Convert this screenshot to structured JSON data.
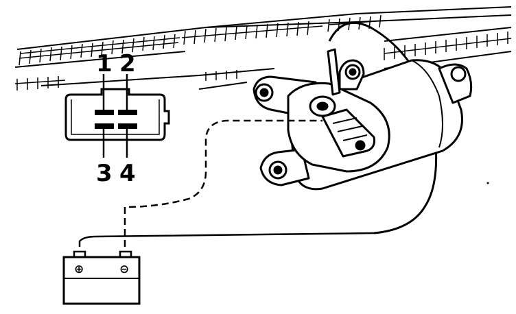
{
  "connector": {
    "pins": {
      "p1": "1",
      "p2": "2",
      "p3": "3",
      "p4": "4"
    }
  },
  "battery": {
    "positive_symbol": "⊕",
    "negative_symbol": "⊖"
  },
  "colors": {
    "ink": "#000000",
    "paper": "#ffffff"
  }
}
